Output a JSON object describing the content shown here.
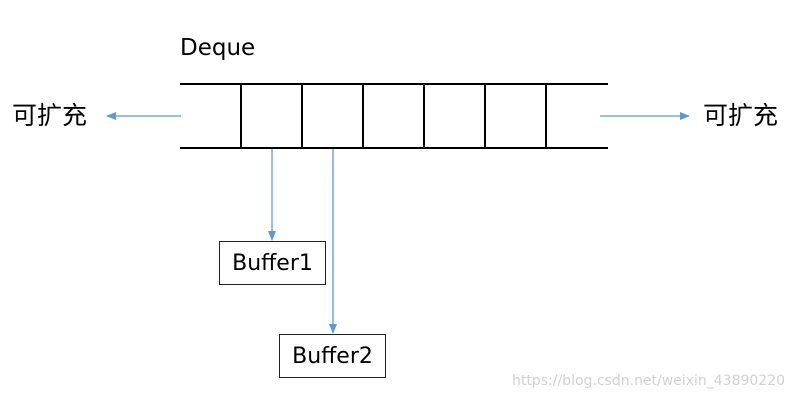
{
  "deque": {
    "title": "Deque"
  },
  "expand": {
    "left_label": "可扩充",
    "right_label": "可扩充"
  },
  "buffers": [
    {
      "label": "Buffer1"
    },
    {
      "label": "Buffer2"
    }
  ],
  "watermark": "https://blog.csdn.net/weixin_43890220",
  "colors": {
    "line": "#000000",
    "arrow": "#5b9bd5",
    "watermark": "#d2d2d2"
  }
}
